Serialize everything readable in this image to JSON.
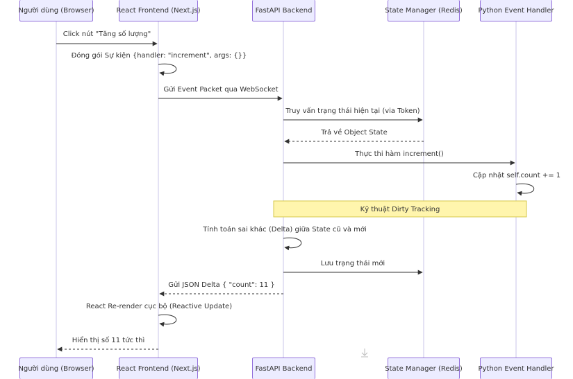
{
  "participants": [
    {
      "id": "browser",
      "label": "Người dùng (Browser)"
    },
    {
      "id": "react",
      "label": "React Frontend (Next.js)"
    },
    {
      "id": "fastapi",
      "label": "FastAPI Backend"
    },
    {
      "id": "redis",
      "label": "State Manager (Redis)"
    },
    {
      "id": "python",
      "label": "Python Event Handler"
    }
  ],
  "messages": [
    {
      "from": "browser",
      "to": "react",
      "type": "solid",
      "text": "Click nút \"Tăng số lượng\""
    },
    {
      "from": "react",
      "to": "react",
      "type": "self",
      "text": "Đóng gói Sự kiện {handler: \"increment\", args: {}}"
    },
    {
      "from": "react",
      "to": "fastapi",
      "type": "solid",
      "text": "Gửi Event Packet qua WebSocket"
    },
    {
      "from": "fastapi",
      "to": "redis",
      "type": "solid",
      "text": "Truy vấn trạng thái hiện tại (via Token)"
    },
    {
      "from": "redis",
      "to": "fastapi",
      "type": "dotted",
      "text": "Trả về Object State"
    },
    {
      "from": "fastapi",
      "to": "python",
      "type": "solid",
      "text": "Thực thi hàm increment()"
    },
    {
      "from": "python",
      "to": "python",
      "type": "self",
      "text": "Cập nhật self.count += 1"
    },
    {
      "from": "fastapi",
      "to": "fastapi",
      "type": "self",
      "text": "Tính toán sai khác (Delta) giữa State cũ và mới"
    },
    {
      "from": "fastapi",
      "to": "redis",
      "type": "solid",
      "text": "Lưu trạng thái mới"
    },
    {
      "from": "fastapi",
      "to": "react",
      "type": "dotted",
      "text": "Gửi JSON Delta { \"count\": 11 }"
    },
    {
      "from": "react",
      "to": "react",
      "type": "self",
      "text": "React Re-render cục bộ (Reactive Update)"
    },
    {
      "from": "react",
      "to": "browser",
      "type": "dotted",
      "text": "Hiển thị số 11 tức thì"
    }
  ],
  "note": {
    "text": "Kỹ thuật Dirty Tracking",
    "over": [
      "fastapi",
      "python"
    ]
  },
  "colors": {
    "participant_fill": "#ececff",
    "participant_border": "#9370db",
    "lifeline": "#c9c4ea",
    "arrow": "#333333",
    "note_fill": "#fff5ad",
    "note_border": "#d4c84a"
  }
}
